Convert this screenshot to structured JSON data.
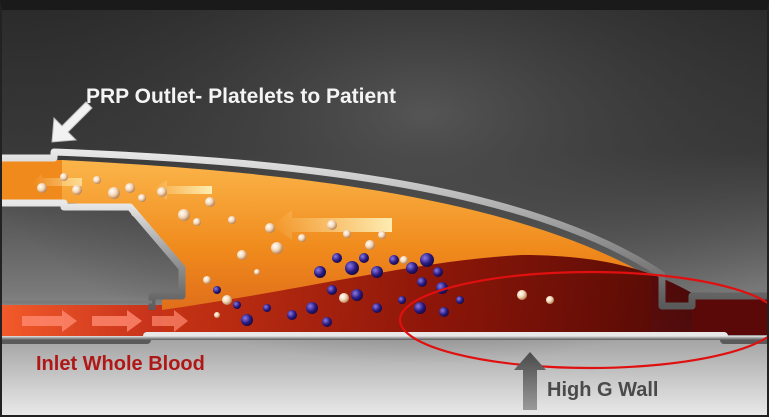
{
  "labels": {
    "outlet": "PRP Outlet- Platelets to Patient",
    "inlet": "Inlet Whole Blood",
    "high_g_wall": "High G Wall"
  },
  "colors": {
    "plasma": "#f08a1c",
    "red_cells": "#6a0a0a",
    "platelets": "#f5d8b8",
    "white_cells": "#2a1a80",
    "highlight_ellipse": "#e01010",
    "inlet_label": "#b01818"
  },
  "icons": {
    "outlet_arrow": "arrow-down-left-icon",
    "wall_arrow": "arrow-up-icon"
  }
}
